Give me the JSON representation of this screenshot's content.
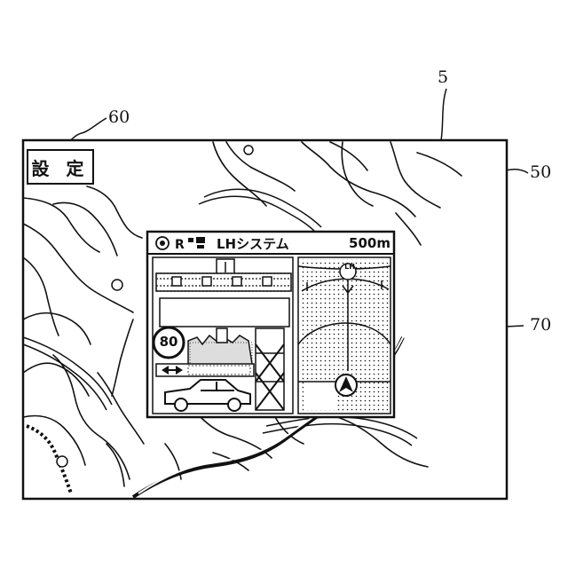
{
  "figure_ref": "5",
  "settings_ref": "60",
  "screen_ref": "50",
  "window_ref": "70",
  "settings_button": "設 定",
  "guidance": {
    "title": "LHシステム",
    "distance": "500m",
    "speed_limit": "80",
    "crossroad_label": "LH"
  },
  "icons": [
    "navigation-arrow-icon",
    "target-icon",
    "road-sign-icon",
    "car-icon"
  ]
}
